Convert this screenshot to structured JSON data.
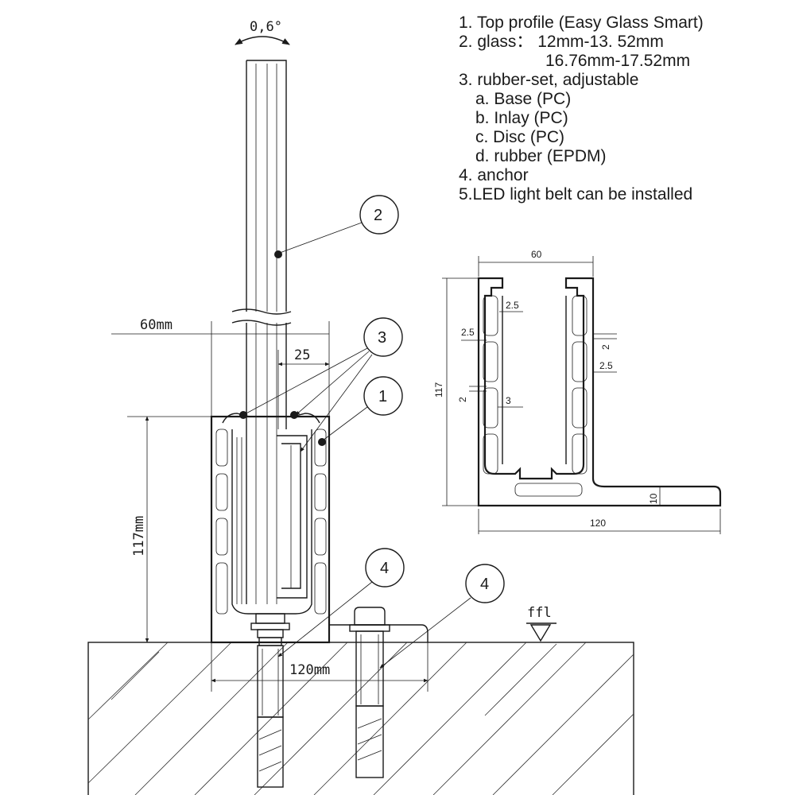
{
  "legend": {
    "line1": "1. Top profile (Easy Glass Smart)",
    "line2": "2. glass： 12mm-13. 52mm",
    "line2b": "16.76mm-17.52mm",
    "line3": "3. rubber-set, adjustable",
    "line3a": "a. Base (PC)",
    "line3b": "b. Inlay (PC)",
    "line3c": "c. Disc (PC)",
    "line3d": "d. rubber (EPDM)",
    "line4": "4. anchor",
    "line5": "5.LED light belt can be installed"
  },
  "main_view": {
    "angle": "0,6°",
    "width_60": "60mm",
    "width_25": "25",
    "height_117": "117mm",
    "width_120": "120mm",
    "ffl": "ffl"
  },
  "callouts": {
    "c1": "1",
    "c2": "2",
    "c3": "3",
    "c4a": "4",
    "c4b": "4"
  },
  "section_view": {
    "top": "60",
    "height": "117",
    "bottom": "120",
    "base": "10",
    "d1": "2.5",
    "d2": "2.5",
    "d3": "2",
    "d4": "2.5",
    "d5": "2",
    "d6": "3"
  }
}
